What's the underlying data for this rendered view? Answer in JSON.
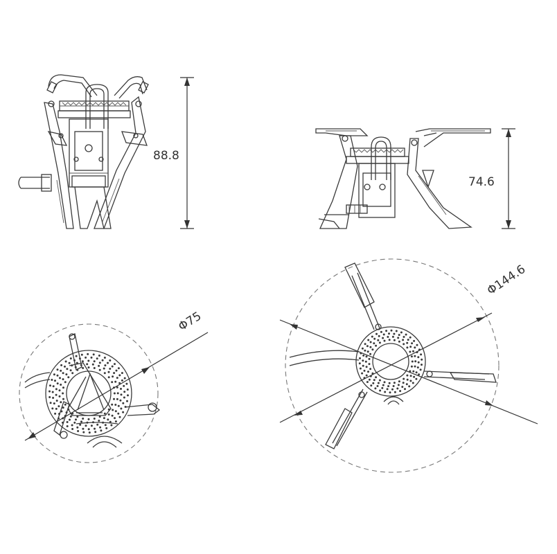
{
  "views": {
    "front": {
      "height_label": "88.8"
    },
    "side": {
      "height_label": "74.6"
    },
    "top_small": {
      "diameter_label": "Φ75"
    },
    "top_large": {
      "diameter_label": "Φ144.6"
    }
  },
  "colors": {
    "line": "#3a3a3a",
    "dashed": "#777777",
    "background": "#ffffff"
  }
}
